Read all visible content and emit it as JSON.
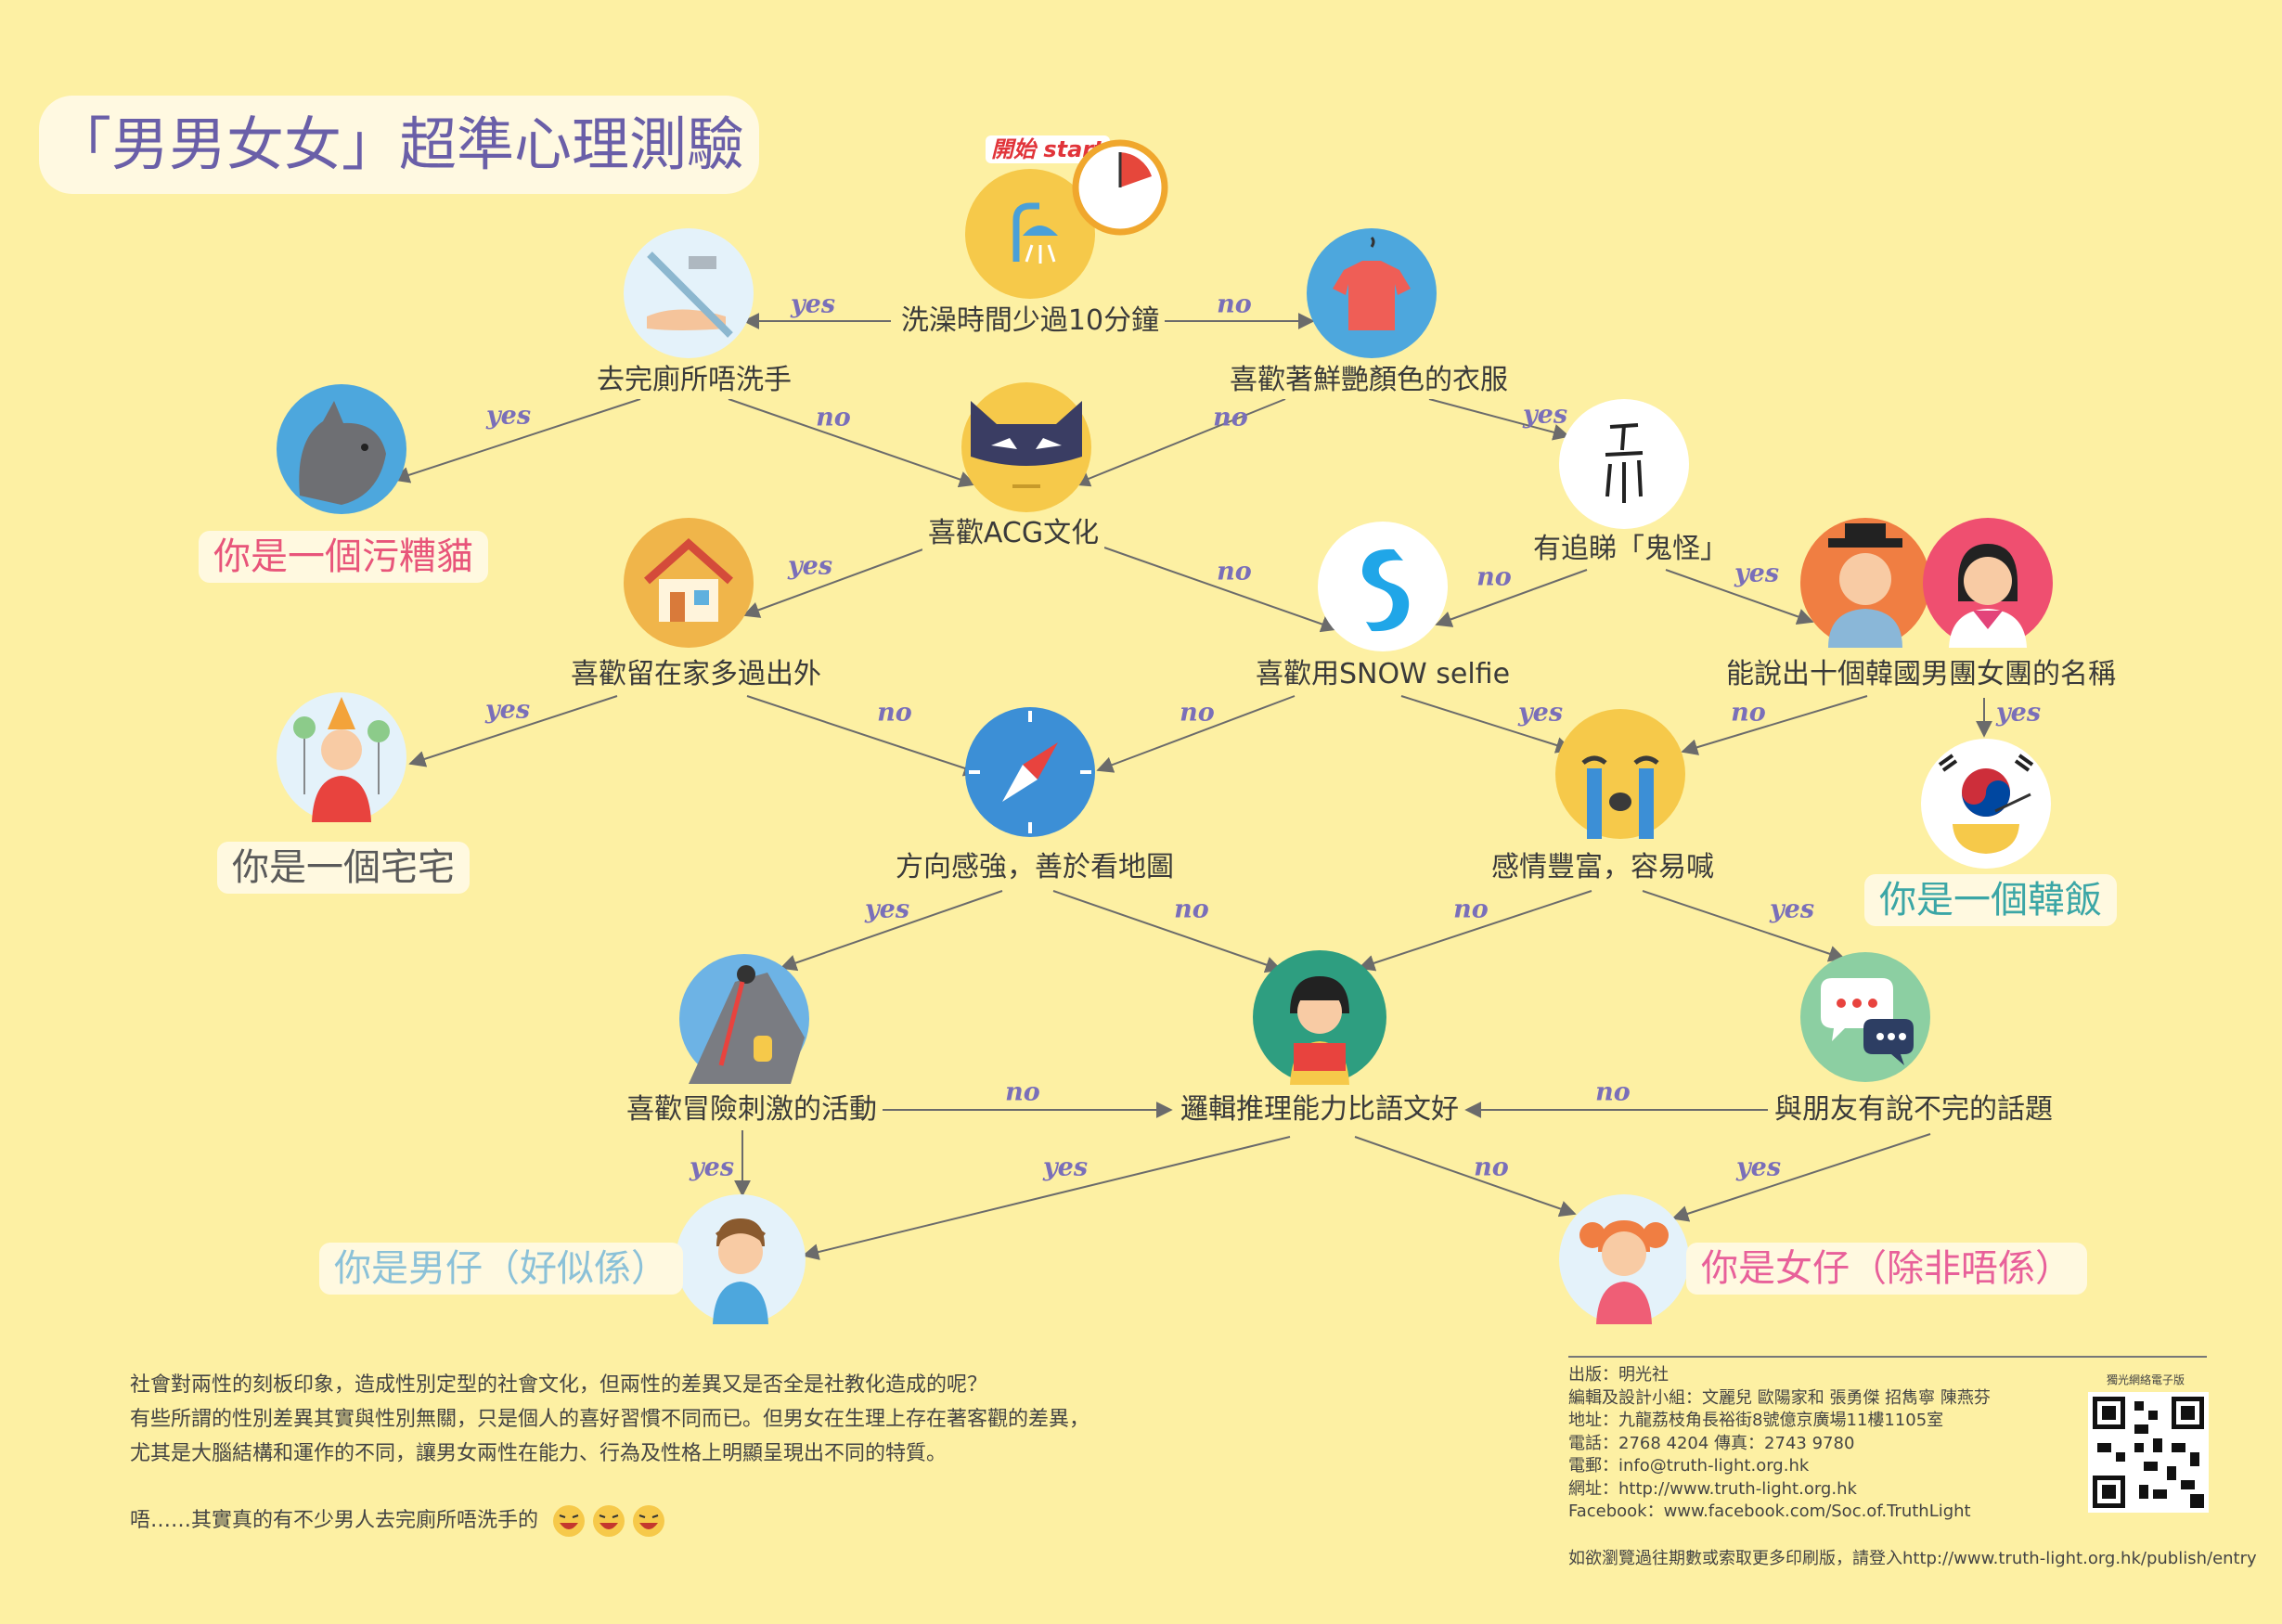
{
  "title": "「男男女女」超準心理測驗",
  "start_label": "開始 start",
  "questions": {
    "shower": "洗澡時間少過10分鐘",
    "handwash": "去完廁所唔洗手",
    "bright": "喜歡著鮮艷顏色的衣服",
    "acg": "喜歡ACG文化",
    "ghost": "有追睇「鬼怪」",
    "home": "喜歡留在家多過出外",
    "snow": "喜歡用SNOW selfie",
    "korean": "能說出十個韓國男團女團的名稱",
    "direction": "方向感強，善於看地圖",
    "emotion": "感情豐富，容易喊",
    "adventure": "喜歡冒險刺激的活動",
    "logic": "邏輯推理能力比語文好",
    "friends": "與朋友有說不完的話題"
  },
  "results": {
    "cat": "你是一個污糟貓",
    "otaku": "你是一個宅宅",
    "korea": "你是一個韓飯",
    "boy": "你是男仔（好似係）",
    "girl": "你是女仔（除非唔係）"
  },
  "answer_labels": {
    "yes": "yes",
    "no": "no"
  },
  "paragraph": [
    "社會對兩性的刻板印象，造成性別定型的社會文化，但兩性的差異又是否全是社教化造成的呢？",
    "有些所謂的性別差異其實與性別無關，只是個人的喜好習慣不同而已。但男女在生理上存在著客觀的差異，",
    "尤其是大腦結構和運作的不同，讓男女兩性在能力、行為及性格上明顯呈現出不同的特質。"
  ],
  "paragraph_note": "唔……其實真的有不少男人去完廁所唔洗手的",
  "credits": [
    "出版：明光社",
    "編輯及設計小組：文麗兒  歐陽家和  張勇傑  招雋寧  陳燕芬",
    "地址：九龍荔枝角長裕街8號億京廣場11樓1105室",
    "電話：2768 4204       傳真：2743 9780",
    "電郵：info@truth-light.org.hk",
    "網址：http://www.truth-light.org.hk",
    "Facebook：www.facebook.com/Soc.of.TruthLight"
  ],
  "qr_label": "獨光網絡電子版",
  "footnote": "如欲瀏覽過往期數或索取更多印刷版，請登入http://www.truth-light.org.hk/publish/entry",
  "colors": {
    "background": "#FDF0A3",
    "title_text": "#6A5FA8",
    "answer_label": "#7A6FB9",
    "result_cat": "#E8557A",
    "result_otaku": "#5A5A5A",
    "result_korea": "#3BA6A6",
    "result_boy": "#8BC1D8",
    "result_girl": "#E8609A",
    "arrow": "#6B6B6B"
  },
  "icons": {
    "shower": "shower-icon",
    "clock": "clock-icon",
    "handwash": "handwash-icon",
    "shirt": "shirt-icon",
    "cat": "cat-icon",
    "batman": "batman-mask-icon",
    "ghost": "goblin-calligraphy-icon",
    "house": "house-icon",
    "snow": "snow-app-icon",
    "korean": "korean-couple-icon",
    "party": "party-boy-icon",
    "compass": "compass-icon",
    "crying": "crying-face-icon",
    "korea_flag": "korean-flag-bowl-icon",
    "climber": "climber-icon",
    "reader": "reading-girl-icon",
    "chat": "chat-bubbles-icon",
    "boy": "boy-icon",
    "girl": "girl-icon",
    "qr": "qr-code-icon"
  }
}
